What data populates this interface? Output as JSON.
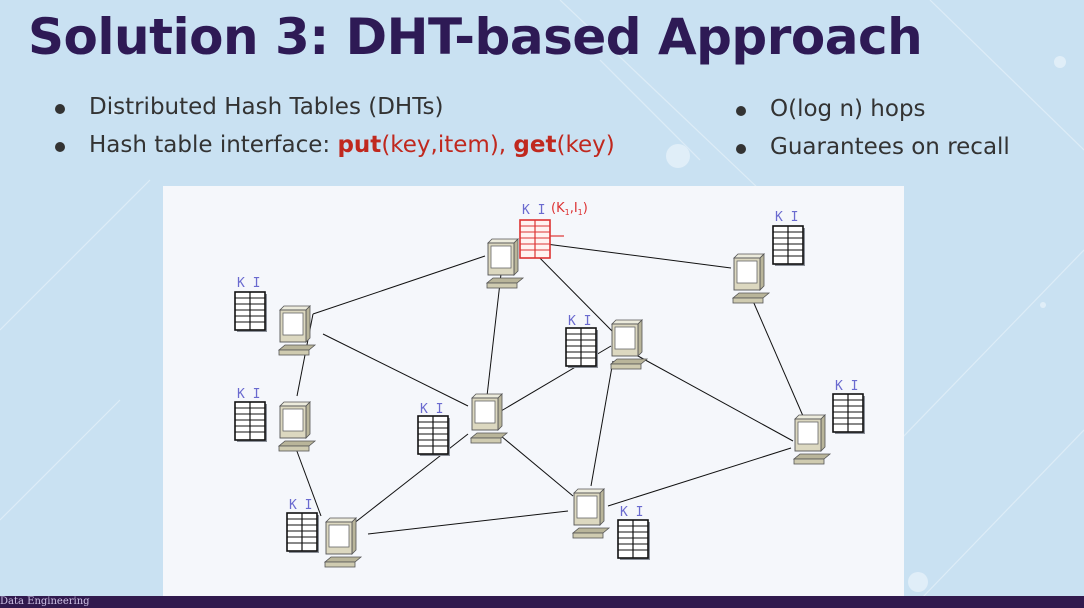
{
  "slide": {
    "title": "Solution 3: DHT-based Approach",
    "left_bullets": [
      "Distributed Hash Tables (DHTs)",
      {
        "prefix": "Hash table interface: ",
        "put": "put",
        "put_args": "(key,item), ",
        "get": "get",
        "get_args": "(key)"
      }
    ],
    "right_bullets": [
      "O(log n) hops",
      "Guarantees on recall"
    ],
    "footer": "Data Engineering"
  },
  "diagram": {
    "table_header": "K I",
    "highlight_label": {
      "prefix": "(K",
      "sub1": "1",
      "mid": ",I",
      "sub2": "1",
      "suffix": ")"
    },
    "colors": {
      "table": "#1a1a1a",
      "table_hi": "#d33",
      "header": "#6a6acf",
      "link": "#111",
      "computer": "#dcd8c0"
    }
  }
}
